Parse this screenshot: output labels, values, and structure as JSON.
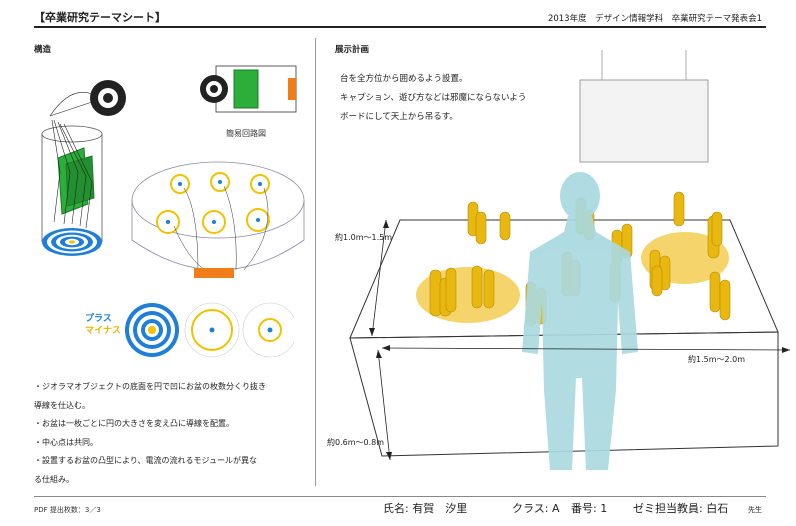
{
  "header": {
    "title": "【卒業研究テーマシート】",
    "meta": "2013年度　デザイン情報学科　卒業研究テーマ発表会1"
  },
  "left": {
    "section_title": "構造",
    "circuit_caption": "簡易回路図",
    "legend_plus": "プラス",
    "legend_minus": "マイナス",
    "bullets": [
      "・ジオラマオブジェクトの底面を円で凹にお盆の枚数分くり抜き",
      "導線を仕込む。",
      "・お盆は一枚ごとに円の大きさを変え凸に導線を配置。",
      "・中心点は共同。",
      "・設置するお盆の凸型により、電流の流れるモジュールが異な",
      "る仕組み。"
    ]
  },
  "right": {
    "section_title": "展示計画",
    "plan_lines": [
      "台を全方位から囲めるよう設置。",
      "キャプション、遊び方などは邪魔にならないよう",
      "ボードにして天上から吊るす。"
    ],
    "dim_height_upper": "約1.0m〜1.5m",
    "dim_width": "約1.5m〜2.0m",
    "dim_height_lower": "約0.6m〜0.8m"
  },
  "footer": {
    "pdf": "PDF 提出枚数：3／3",
    "name": "氏名: 有賀　汐里",
    "class": "クラス: A",
    "number": "番号: 1",
    "teacher": "ゼミ担当教員: 白石",
    "teacher_suffix": "先生"
  },
  "colors": {
    "blue": "#1f7fd6",
    "yellow": "#f2c200",
    "green": "#2bae3a",
    "figure": "#a9d9e0"
  }
}
